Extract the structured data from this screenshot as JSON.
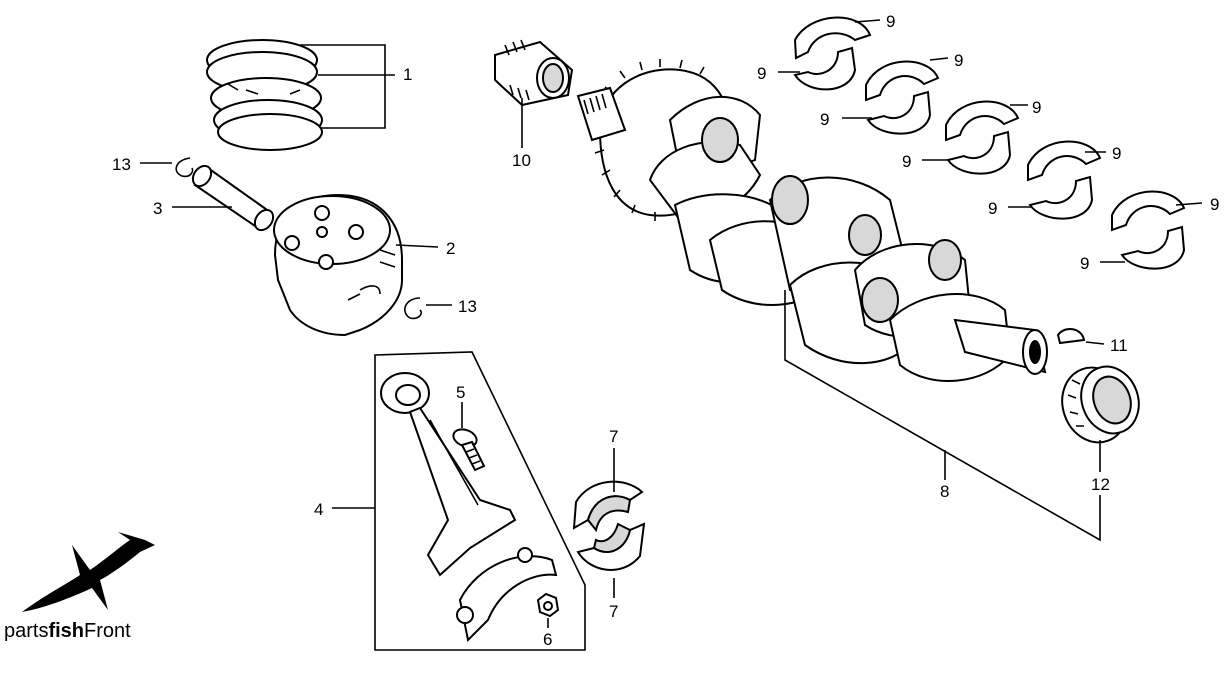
{
  "labels": {
    "l1": "1",
    "l2": "2",
    "l3": "3",
    "l4": "4",
    "l5": "5",
    "l6": "6",
    "l7a": "7",
    "l7b": "7",
    "l8": "8",
    "l9": "9",
    "l10": "10",
    "l11": "11",
    "l12": "12",
    "l13a": "13",
    "l13b": "13"
  },
  "logo": {
    "prefix": "parts",
    "bold": "fish",
    "suffix": "Front"
  },
  "colors": {
    "ink": "#000000",
    "paper": "#ffffff"
  }
}
